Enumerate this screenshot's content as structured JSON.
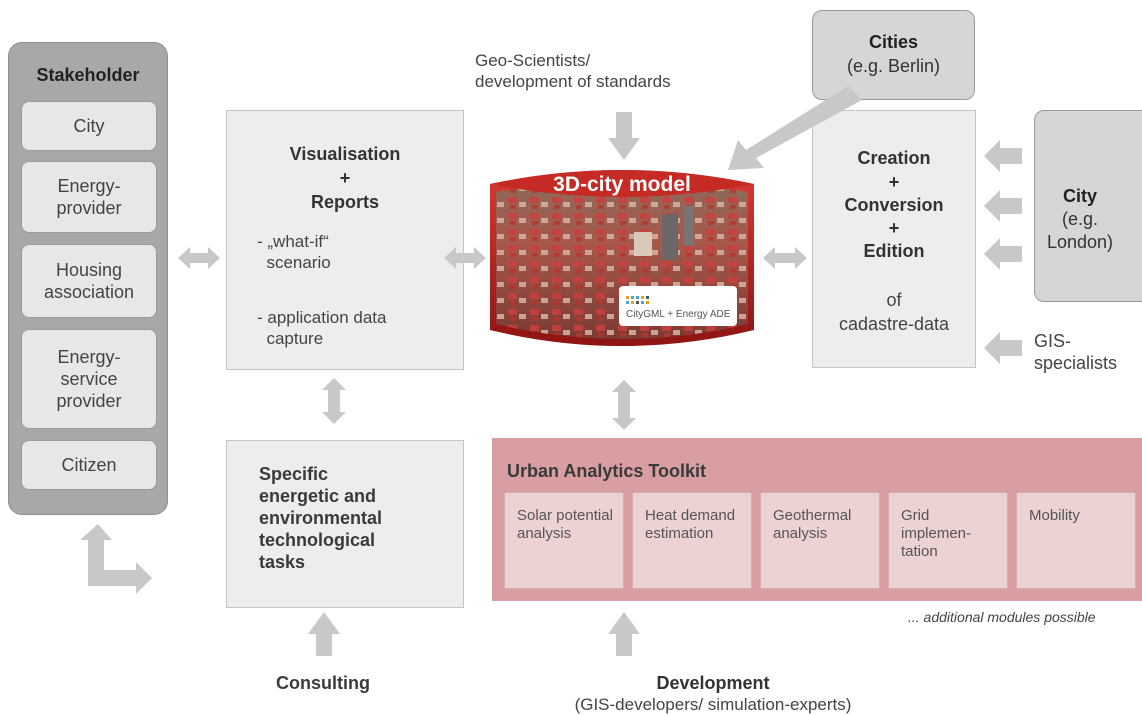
{
  "stakeholder": {
    "title": "Stakeholder",
    "items": [
      "City",
      "Energy-\nprovider",
      "Housing\nassociation",
      "Energy-\nservice\nprovider",
      "Citizen"
    ]
  },
  "visualisation": {
    "title_line1": "Visualisation",
    "plus": "+",
    "title_line2": "Reports",
    "bullet1": "- „what-if“\n  scenario",
    "bullet2": "- application data\n  capture"
  },
  "geo_scientists": "Geo-Scientists/\ndevelopment of standards",
  "cities_box": {
    "title": "Cities",
    "sub": "(e.g. Berlin)"
  },
  "city_model": {
    "title": "3D-city model",
    "badge": "CityGML + Energy ADE"
  },
  "creation": {
    "line1": "Creation",
    "plus1": "+",
    "line2": "Conversion",
    "plus2": "+",
    "line3": "Edition",
    "of": "of",
    "cadastre": "cadastre-data"
  },
  "city_london": {
    "title": "City",
    "sub1": "(e.g.",
    "sub2": "London)"
  },
  "gis_specialists": "GIS-\nspecialists",
  "specific_tasks": "Specific\nenergetic and\nenvironmental\ntechnological\ntasks",
  "toolkit": {
    "title": "Urban Analytics Toolkit",
    "modules": [
      "Solar potential\nanalysis",
      "Heat demand\nestimation",
      "Geothermal\nanalysis",
      "Grid\nimplemen-\ntation",
      "Mobility"
    ],
    "note": "... additional modules possible"
  },
  "consulting": "Consulting",
  "development": {
    "title": "Development",
    "sub": "(GIS-developers/ simulation-experts)"
  },
  "colors": {
    "arrow": "#c8c8c8",
    "toolkit_bg": "#d89ea2",
    "module_bg": "#edd2d4",
    "model_red": "#b91c1c"
  }
}
